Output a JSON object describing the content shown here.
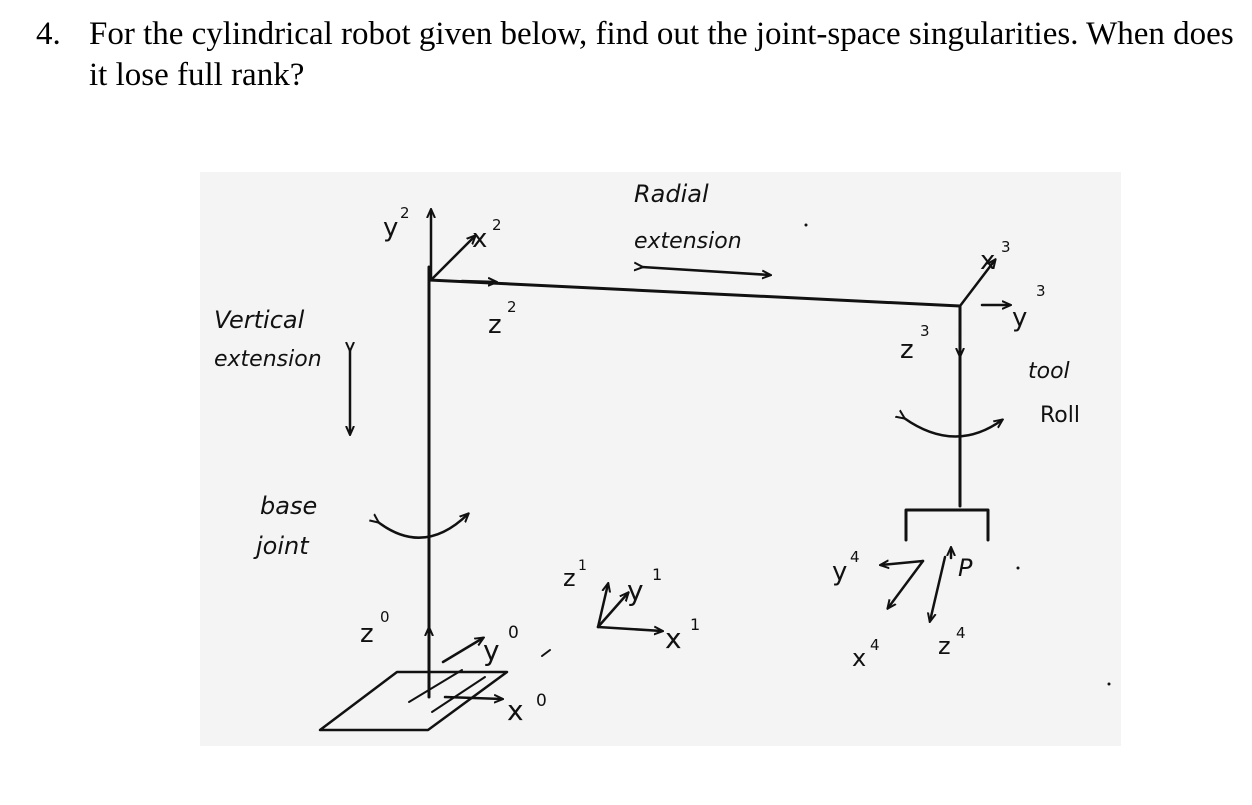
{
  "question": {
    "number": "4.",
    "text": "For the cylindrical robot given below, find out the joint-space singularities. When does it lose full rank?"
  },
  "figure": {
    "labels": {
      "y2": "y",
      "y2_sup": "2",
      "x2": "x",
      "x2_sup": "2",
      "z2": "z",
      "z2_sup": "2",
      "radial_1": "Radial",
      "radial_2": "extension",
      "x3": "x",
      "x3_sup": "3",
      "y3": "y",
      "y3_sup": "3",
      "z3": "z",
      "z3_sup": "3",
      "vertical_1": "Vertical",
      "vertical_2": "extension",
      "tool_1": "tool",
      "tool_2": "Roll",
      "base_1": "base",
      "base_2": "joint",
      "z0": "z",
      "z0_sup": "0",
      "y0": "y",
      "y0_sup": "0",
      "x0": "x",
      "x0_sup": "0",
      "z1": "z",
      "z1_sup": "1",
      "y1": "y",
      "y1_sup": "1",
      "x1": "x",
      "x1_sup": "1",
      "y4": "y",
      "y4_sup": "4",
      "x4": "x",
      "x4_sup": "4",
      "z4": "z",
      "z4_sup": "4",
      "p": "P"
    }
  }
}
